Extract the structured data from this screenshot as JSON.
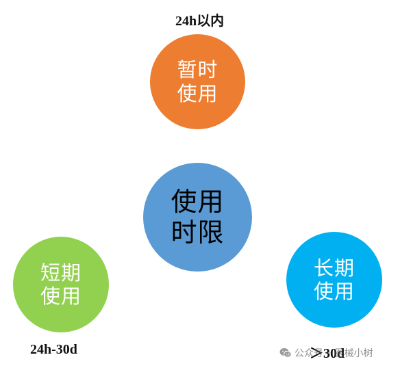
{
  "circles": {
    "temporary": {
      "lines": [
        "暂时",
        "使用"
      ],
      "color": "#ED7D31"
    },
    "center": {
      "lines": [
        "使用",
        "时限"
      ],
      "color": "#5B9BD5"
    },
    "short_term": {
      "lines": [
        "短期",
        "使用"
      ],
      "color": "#92D050"
    },
    "long_term": {
      "lines": [
        "长期",
        "使用"
      ],
      "color": "#00B0F0"
    }
  },
  "range_labels": {
    "temporary": "24h以内",
    "short_term": "24h-30d",
    "long_term": "＞30d"
  },
  "watermark": {
    "icon": "wechat-icon",
    "account_prefix": "公众号",
    "separator": "·",
    "account_name": "医械小树"
  }
}
